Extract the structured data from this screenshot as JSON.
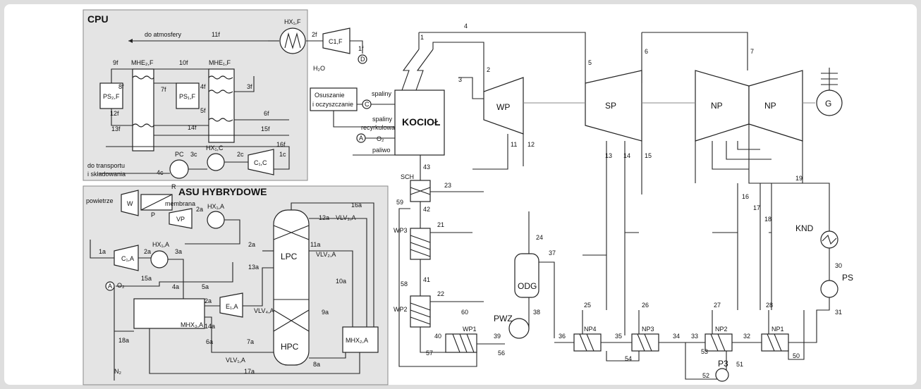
{
  "cpu": {
    "title": "CPU",
    "atm": "do atmosfery",
    "transport1": "do transportu",
    "transport2": "i składowania",
    "h2o": "H₂O",
    "mhe2": "MHE₂,F",
    "mhe1": "MHE₁,F",
    "ps2": "PS₂,F",
    "ps1": "PS₁,F",
    "hx1": "HX₁,F",
    "c1": "C1,F",
    "pc": "PC",
    "hx1c": "HX₁,C",
    "c1c": "C₁,C",
    "streams": [
      "11f",
      "9f",
      "10f",
      "8f",
      "7f",
      "4f",
      "3f",
      "2f",
      "1f",
      "12f",
      "5f",
      "6f",
      "13f",
      "14f",
      "15f",
      "16f",
      "3c",
      "2c",
      "1c",
      "4c"
    ],
    "d": "D"
  },
  "asu": {
    "title": "ASU HYBRYDOWE",
    "air": "powietrze",
    "membrane": "membrana",
    "w": "W",
    "vp": "VP",
    "r": "R",
    "p": "P",
    "hx1a_top": "HX₁,A",
    "hx1a": "HX₁,A",
    "c1a": "C₁,A",
    "e1a": "E₁,A",
    "lpc": "LPC",
    "hpc": "HPC",
    "mhx3": "MHX₃,A",
    "mhx2": "MHX₂,A",
    "vlv1": "VLV₁,A",
    "vlv2": "VLV₂,A",
    "vlv3": "VLV₃,A",
    "vlv4": "VLV₄,A",
    "o2": "O₂",
    "n2": "N₂",
    "a": "A",
    "streams": [
      "2a",
      "1a",
      "2a",
      "3a",
      "15a",
      "4a",
      "5a",
      "2a",
      "14a",
      "18a",
      "6a",
      "7a",
      "17a",
      "8a",
      "9a",
      "10a",
      "11a",
      "12a",
      "13a",
      "16a",
      "2a"
    ]
  },
  "plant": {
    "drying1": "Osuszanie",
    "drying2": "i oczyszczanie",
    "fluegas": "spaliny",
    "recirc1": "spaliny",
    "recirc2": "recyrkulowane",
    "o2": "O₂",
    "fuel": "paliwo",
    "boiler": "KOCIOŁ",
    "c": "C",
    "a": "A",
    "wp": "WP",
    "sp": "SP",
    "np1": "NP",
    "np2": "NP",
    "g": "G",
    "sch": "SCH",
    "wp3": "WP3",
    "wp2": "WP2",
    "wp1": "WP1",
    "odg": "ODG",
    "pwz": "PWZ",
    "knd": "KND",
    "ps": "PS",
    "np4": "NP4",
    "np3": "NP3",
    "np2h": "NP2",
    "np1h": "NP1",
    "p3": "P3",
    "streams": [
      "1",
      "2",
      "3",
      "4",
      "5",
      "6",
      "7",
      "11",
      "12",
      "13",
      "14",
      "15",
      "16",
      "17",
      "18",
      "19",
      "21",
      "22",
      "23",
      "24",
      "25",
      "26",
      "27",
      "28",
      "30",
      "31",
      "32",
      "33",
      "34",
      "35",
      "36",
      "37",
      "38",
      "39",
      "40",
      "41",
      "42",
      "43",
      "50",
      "51",
      "52",
      "53",
      "54",
      "56",
      "57",
      "58",
      "59",
      "60"
    ]
  }
}
